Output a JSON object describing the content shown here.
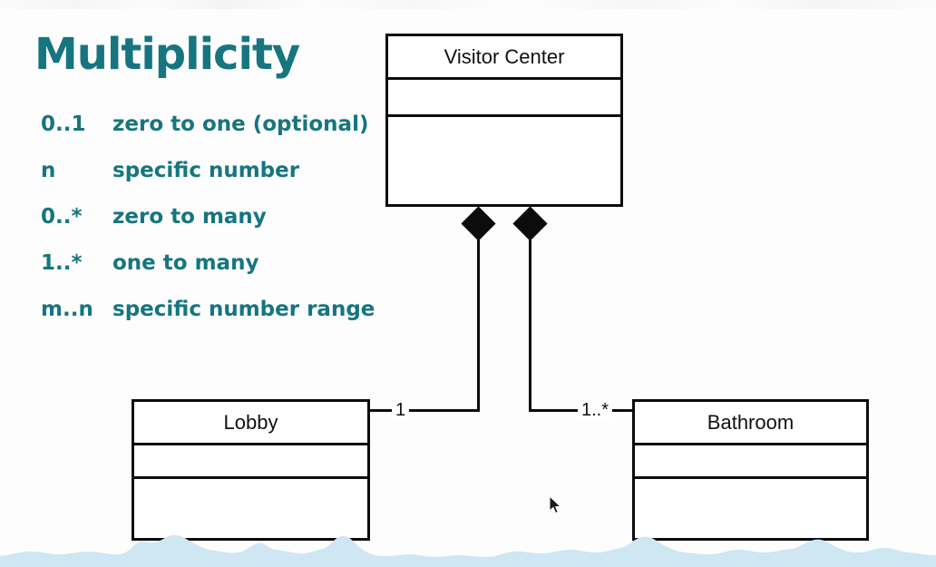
{
  "slide": {
    "title": "Multiplicity",
    "accent_color": "#16757f",
    "background_color": "#fdfdfd",
    "line_color": "#0c0c0c",
    "decoration_color": "#cfe6f3"
  },
  "legend": {
    "rows": [
      {
        "term": "0..1",
        "description": "zero to one (optional)"
      },
      {
        "term": "n",
        "description": "specific number"
      },
      {
        "term": "0..*",
        "description": "zero to many"
      },
      {
        "term": "1..*",
        "description": "one to many"
      },
      {
        "term": "m..n",
        "description": "specific number range"
      }
    ]
  },
  "diagram": {
    "classes": [
      {
        "name": "Visitor Center",
        "attributes": "",
        "operations": ""
      },
      {
        "name": "Lobby",
        "attributes": "",
        "operations": ""
      },
      {
        "name": "Bathroom",
        "attributes": "",
        "operations": ""
      }
    ],
    "associations": [
      {
        "from": "Visitor Center",
        "to": "Lobby",
        "type": "composition",
        "multiplicity": "1"
      },
      {
        "from": "Visitor Center",
        "to": "Bathroom",
        "type": "composition",
        "multiplicity": "1..*"
      }
    ]
  }
}
